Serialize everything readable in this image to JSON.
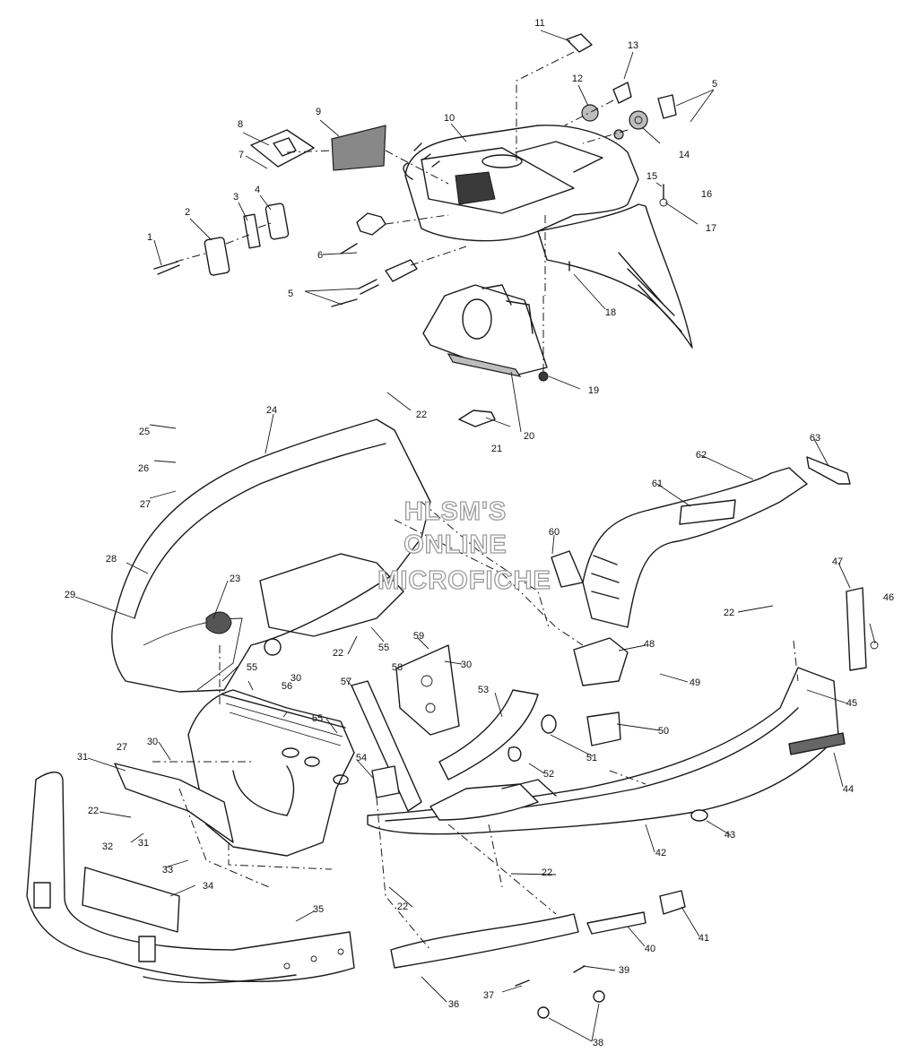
{
  "watermark": {
    "line1": "HLSM'S",
    "line2": "ONLINE",
    "line3": "MICROFICHE"
  },
  "callouts": [
    "1",
    "2",
    "3",
    "4",
    "5",
    "5",
    "6",
    "7",
    "8",
    "9",
    "10",
    "11",
    "12",
    "13",
    "14",
    "15",
    "16",
    "17",
    "18",
    "19",
    "20",
    "21",
    "22",
    "22",
    "22",
    "22",
    "22",
    "22",
    "23",
    "24",
    "25",
    "26",
    "27",
    "27",
    "28",
    "29",
    "30",
    "30",
    "30",
    "31",
    "31",
    "32",
    "33",
    "34",
    "35",
    "36",
    "37",
    "38",
    "39",
    "40",
    "41",
    "42",
    "43",
    "44",
    "45",
    "46",
    "47",
    "48",
    "49",
    "50",
    "51",
    "52",
    "53",
    "54",
    "55",
    "55",
    "55",
    "56",
    "57",
    "58",
    "59",
    "60",
    "61",
    "62",
    "63"
  ]
}
